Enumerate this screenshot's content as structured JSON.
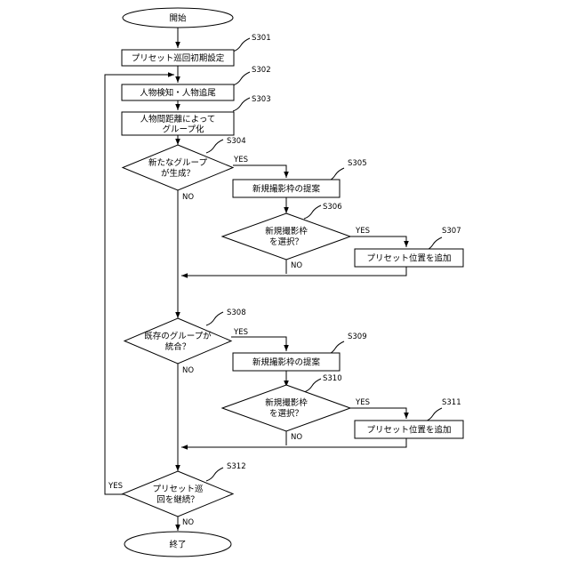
{
  "nodes": {
    "start": {
      "label": "開始"
    },
    "s301": {
      "step": "S301",
      "label": "プリセット巡回初期設定"
    },
    "s302": {
      "step": "S302",
      "label": "人物検知・人物追尾"
    },
    "s303": {
      "step": "S303",
      "line1": "人物間距離によって",
      "line2": "グループ化"
    },
    "s304": {
      "step": "S304",
      "line1": "新たなグループ",
      "line2": "が生成？"
    },
    "s305": {
      "step": "S305",
      "label": "新規撮影枠の提案"
    },
    "s306": {
      "step": "S306",
      "line1": "新規撮影枠",
      "line2": "を選択？"
    },
    "s307": {
      "step": "S307",
      "label": "プリセット位置を追加"
    },
    "s308": {
      "step": "S308",
      "line1": "既存のグループが",
      "line2": "統合？"
    },
    "s309": {
      "step": "S309",
      "label": "新規撮影枠の提案"
    },
    "s310": {
      "step": "S310",
      "line1": "新規撮影枠",
      "line2": "を選択？"
    },
    "s311": {
      "step": "S311",
      "label": "プリセット位置を追加"
    },
    "s312": {
      "step": "S312",
      "line1": "プリセット巡",
      "line2": "回を継続？"
    },
    "end": {
      "label": "終了"
    }
  },
  "branch_labels": {
    "s304_yes": "YES",
    "s304_no": "NO",
    "s306_yes": "YES",
    "s306_no": "NO",
    "s308_yes": "YES",
    "s308_no": "NO",
    "s310_yes": "YES",
    "s310_no": "NO",
    "s312_yes": "YES",
    "s312_no": "NO"
  }
}
